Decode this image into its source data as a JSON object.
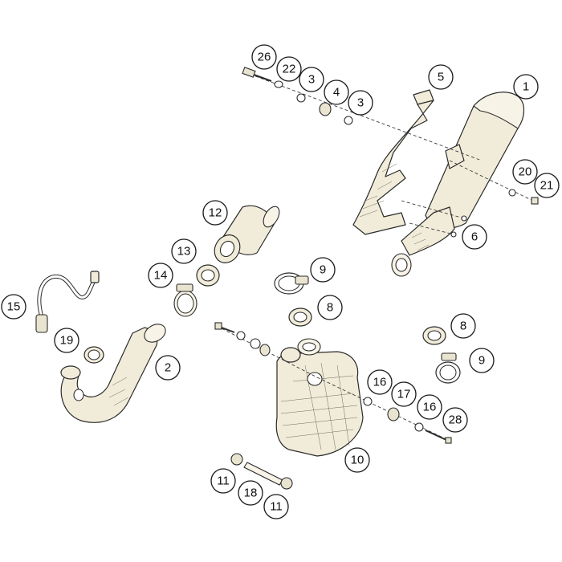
{
  "callouts": [
    {
      "id": "c1",
      "label": "1"
    },
    {
      "id": "c2",
      "label": "2"
    },
    {
      "id": "c3a",
      "label": "3"
    },
    {
      "id": "c3b",
      "label": "3"
    },
    {
      "id": "c4",
      "label": "4"
    },
    {
      "id": "c5",
      "label": "5"
    },
    {
      "id": "c6",
      "label": "6"
    },
    {
      "id": "c8a",
      "label": "8"
    },
    {
      "id": "c8b",
      "label": "8"
    },
    {
      "id": "c9a",
      "label": "9"
    },
    {
      "id": "c9b",
      "label": "9"
    },
    {
      "id": "c10",
      "label": "10"
    },
    {
      "id": "c11a",
      "label": "11"
    },
    {
      "id": "c11b",
      "label": "11"
    },
    {
      "id": "c12",
      "label": "12"
    },
    {
      "id": "c13",
      "label": "13"
    },
    {
      "id": "c14",
      "label": "14"
    },
    {
      "id": "c15",
      "label": "15"
    },
    {
      "id": "c16a",
      "label": "16"
    },
    {
      "id": "c16b",
      "label": "16"
    },
    {
      "id": "c17",
      "label": "17"
    },
    {
      "id": "c18",
      "label": "18"
    },
    {
      "id": "c19",
      "label": "19"
    },
    {
      "id": "c20",
      "label": "20"
    },
    {
      "id": "c21",
      "label": "21"
    },
    {
      "id": "c22",
      "label": "22"
    },
    {
      "id": "c26",
      "label": "26"
    },
    {
      "id": "c28",
      "label": "28"
    }
  ]
}
